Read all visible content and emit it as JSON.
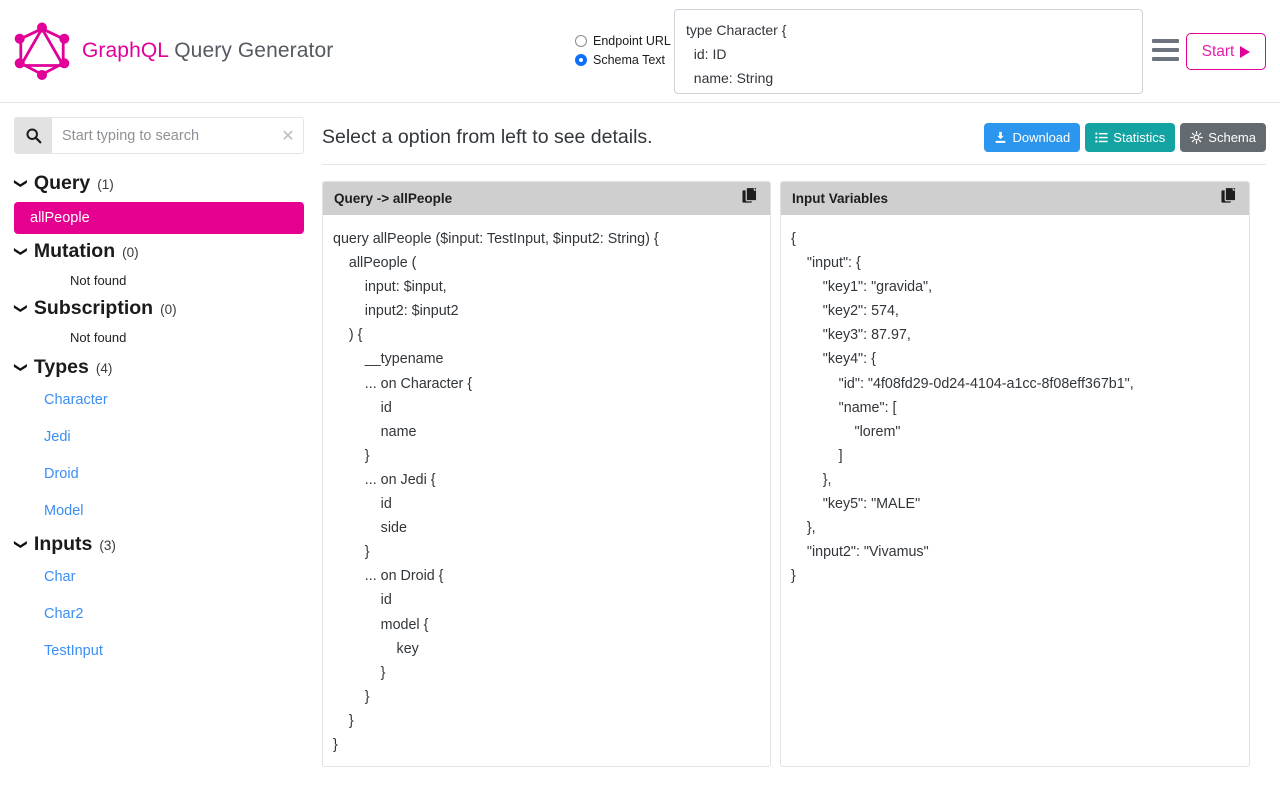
{
  "header": {
    "logo_icon": "graphql-logo-icon",
    "brand_graphql": "GraphQL",
    "brand_rest": " Query Generator",
    "source_options": [
      {
        "label": "Endpoint URL",
        "selected": false
      },
      {
        "label": "Schema Text",
        "selected": true
      }
    ],
    "schema_text": "type Character {\n  id: ID\n  name: String",
    "menu_icon": "hamburger-menu-icon",
    "start_label": "Start",
    "start_icon": "play-icon",
    "accent_color": "#e10098"
  },
  "sidebar": {
    "search": {
      "icon": "search-icon",
      "value": "",
      "placeholder": "Start typing to search",
      "clear_icon": "close-icon"
    },
    "groups": [
      {
        "label": "Query",
        "count": "(1)",
        "caret": "chevron-down-icon",
        "selected_item": "allPeople",
        "items": [],
        "empty_text": ""
      },
      {
        "label": "Mutation",
        "count": "(0)",
        "caret": "chevron-down-icon",
        "items": [],
        "empty_text": "Not found"
      },
      {
        "label": "Subscription",
        "count": "(0)",
        "caret": "chevron-down-icon",
        "items": [],
        "empty_text": "Not found"
      },
      {
        "label": "Types",
        "count": "(4)",
        "caret": "chevron-down-icon",
        "items": [
          "Character",
          "Jedi",
          "Droid",
          "Model"
        ],
        "empty_text": ""
      },
      {
        "label": "Inputs",
        "count": "(3)",
        "caret": "chevron-down-icon",
        "items": [
          "Char",
          "Char2",
          "TestInput"
        ],
        "empty_text": ""
      }
    ]
  },
  "main": {
    "title": "Select a option from left to see details.",
    "buttons": [
      {
        "label": "Download",
        "icon": "download-icon",
        "color": "#2a96ed"
      },
      {
        "label": "Statistics",
        "icon": "list-icon",
        "color": "#14a3a3"
      },
      {
        "label": "Schema",
        "icon": "gear-icon",
        "color": "#636a70"
      }
    ],
    "panels": {
      "query": {
        "title": "Query -> allPeople",
        "copy_icon": "copy-icon",
        "code": "query allPeople ($input: TestInput, $input2: String) {\n    allPeople (\n        input: $input,\n        input2: $input2\n    ) {\n        __typename\n        ... on Character {\n            id\n            name\n        }\n        ... on Jedi {\n            id\n            side\n        }\n        ... on Droid {\n            id\n            model {\n                key\n            }\n        }\n    }\n}"
      },
      "variables": {
        "title": "Input Variables",
        "copy_icon": "copy-icon",
        "code": "{\n    \"input\": {\n        \"key1\": \"gravida\",\n        \"key2\": 574,\n        \"key3\": 87.97,\n        \"key4\": {\n            \"id\": \"4f08fd29-0d24-4104-a1cc-8f08eff367b1\",\n            \"name\": [\n                \"lorem\"\n            ]\n        },\n        \"key5\": \"MALE\"\n    },\n    \"input2\": \"Vivamus\"\n}"
      }
    }
  }
}
